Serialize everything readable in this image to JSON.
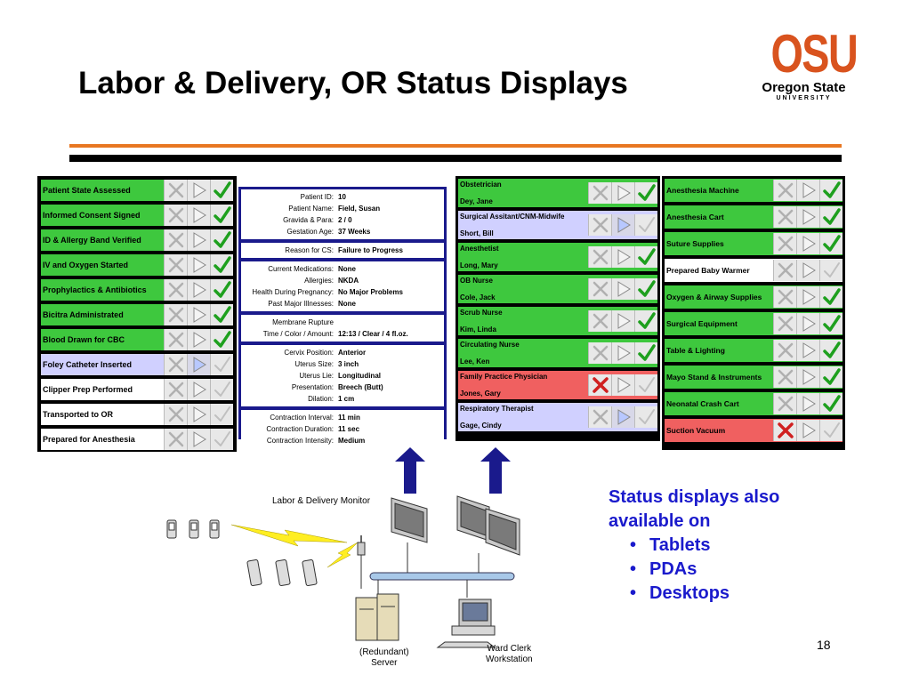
{
  "slide": {
    "title": "Labor & Delivery, OR Status Displays",
    "page_number": "18"
  },
  "logo": {
    "big": "OSU",
    "mid": "Oregon State",
    "small": "UNIVERSITY"
  },
  "checklist": [
    {
      "label": "Patient State Assessed",
      "bg": "#3ec83e",
      "state": "done"
    },
    {
      "label": "Informed Consent Signed",
      "bg": "#3ec83e",
      "state": "done"
    },
    {
      "label": "ID & Allergy Band Verified",
      "bg": "#3ec83e",
      "state": "done"
    },
    {
      "label": "IV and Oxygen Started",
      "bg": "#3ec83e",
      "state": "done"
    },
    {
      "label": "Prophylactics & Antibiotics",
      "bg": "#3ec83e",
      "state": "done"
    },
    {
      "label": "Bicitra Administrated",
      "bg": "#3ec83e",
      "state": "done"
    },
    {
      "label": "Blood Drawn for CBC",
      "bg": "#3ec83e",
      "state": "done"
    },
    {
      "label": "Foley Catheter Inserted",
      "bg": "#d0d0ff",
      "state": "progress"
    },
    {
      "label": "Clipper Prep Performed",
      "bg": "#ffffff",
      "state": "none"
    },
    {
      "label": "Transported to OR",
      "bg": "#ffffff",
      "state": "none"
    },
    {
      "label": "Prepared for Anesthesia",
      "bg": "#ffffff",
      "state": "none"
    }
  ],
  "patient_info": [
    [
      {
        "k": "Patient ID:",
        "v": "10"
      },
      {
        "k": "Patient Name:",
        "v": "Field, Susan"
      },
      {
        "k": "Gravida & Para:",
        "v": "2 / 0"
      },
      {
        "k": "Gestation Age:",
        "v": "37 Weeks"
      }
    ],
    [
      {
        "k": "Reason for CS:",
        "v": "Failure to Progress"
      }
    ],
    [
      {
        "k": "Current Medications:",
        "v": "None"
      },
      {
        "k": "Allergies:",
        "v": "NKDA"
      },
      {
        "k": "Health During Pregnancy:",
        "v": "No Major Problems"
      },
      {
        "k": "Past Major Illnesses:",
        "v": "None"
      }
    ],
    [
      {
        "k": "Membrane Rupture",
        "v": ""
      },
      {
        "k": "Time / Color / Amount:",
        "v": "12:13 / Clear / 4 fl.oz."
      }
    ],
    [
      {
        "k": "Cervix Position:",
        "v": "Anterior"
      },
      {
        "k": "Uterus Size:",
        "v": "3 inch"
      },
      {
        "k": "Uterus Lie:",
        "v": "Longitudinal"
      },
      {
        "k": "Presentation:",
        "v": "Breech (Butt)"
      },
      {
        "k": "Dilation:",
        "v": "1 cm"
      }
    ],
    [
      {
        "k": "Contraction Interval:",
        "v": "11 min"
      },
      {
        "k": "Contraction Duration:",
        "v": "11 sec"
      },
      {
        "k": "Contraction Intensity:",
        "v": "Medium"
      }
    ]
  ],
  "staff": [
    {
      "role": "Obstetrician",
      "name": "Dey, Jane",
      "bg": "#3ec83e",
      "state": "done"
    },
    {
      "role": "Surgical Assitant/CNM-Midwife",
      "name": "Short, Bill",
      "bg": "#d0d0ff",
      "state": "progress"
    },
    {
      "role": "Anesthetist",
      "name": "Long, Mary",
      "bg": "#3ec83e",
      "state": "done"
    },
    {
      "role": "OB Nurse",
      "name": "Cole, Jack",
      "bg": "#3ec83e",
      "state": "done"
    },
    {
      "role": "Scrub Nurse",
      "name": "Kim, Linda",
      "bg": "#3ec83e",
      "state": "done"
    },
    {
      "role": "Circulating Nurse",
      "name": "Lee, Ken",
      "bg": "#3ec83e",
      "state": "done"
    },
    {
      "role": "Family Practice Physician",
      "name": "Jones, Gary",
      "bg": "#f06060",
      "state": "fail"
    },
    {
      "role": "Respiratory Therapist",
      "name": "Gage, Cindy",
      "bg": "#d0d0ff",
      "state": "progress"
    }
  ],
  "equipment": [
    {
      "label": "Anesthesia Machine",
      "bg": "#3ec83e",
      "state": "done"
    },
    {
      "label": "Anesthesia Cart",
      "bg": "#3ec83e",
      "state": "done"
    },
    {
      "label": "Suture Supplies",
      "bg": "#3ec83e",
      "state": "done"
    },
    {
      "label": "Prepared Baby Warmer",
      "bg": "#ffffff",
      "state": "none"
    },
    {
      "label": "Oxygen & Airway Supplies",
      "bg": "#3ec83e",
      "state": "done"
    },
    {
      "label": "Surgical Equipment",
      "bg": "#3ec83e",
      "state": "done"
    },
    {
      "label": "Table & Lighting",
      "bg": "#3ec83e",
      "state": "done"
    },
    {
      "label": "Mayo Stand & Instruments",
      "bg": "#3ec83e",
      "state": "done"
    },
    {
      "label": "Neonatal Crash Cart",
      "bg": "#3ec83e",
      "state": "done"
    },
    {
      "label": "Suction Vacuum",
      "bg": "#f06060",
      "state": "fail"
    }
  ],
  "network": {
    "monitor_label": "Labor & Delivery Monitor",
    "server_label_1": "(Redundant)",
    "server_label_2": "Server",
    "workstation_label_1": "Ward Clerk",
    "workstation_label_2": "Workstation"
  },
  "side_note": {
    "line1": "Status displays also",
    "line2": "available on",
    "items": [
      "Tablets",
      "PDAs",
      "Desktops"
    ]
  },
  "colors": {
    "accent_orange": "#e87722",
    "text_blue": "#1a1acc",
    "done_green": "#3ec83e",
    "fail_red": "#f06060",
    "progress_lavender": "#d0d0ff"
  }
}
